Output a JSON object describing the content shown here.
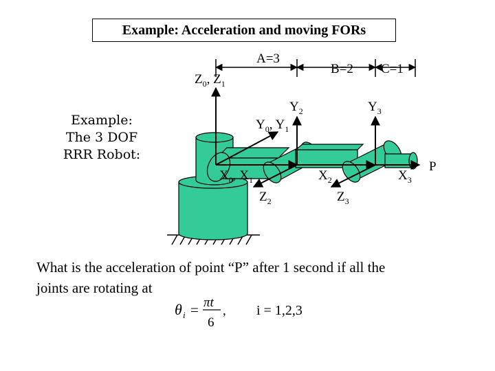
{
  "title": "Example: Acceleration and moving FORs",
  "side_label": [
    "Example:",
    "The 3 DOF",
    "RRR Robot:"
  ],
  "dimensions": {
    "a": "A=3",
    "b": "B=2",
    "c": "C=1"
  },
  "axes": {
    "z0z1": {
      "main": "Z",
      "sub1": "0",
      "sep": ", Z",
      "sub2": "1"
    },
    "y0y1": {
      "main": "Y",
      "sub1": "0",
      "sep": ", Y",
      "sub2": "1"
    },
    "x0x1": {
      "main": "X",
      "sub1": "0",
      "sep": ", X",
      "sub2": "1"
    },
    "y2": {
      "main": "Y",
      "sub": "2"
    },
    "x2": {
      "main": "X",
      "sub": "2"
    },
    "z2": {
      "main": "Z",
      "sub": "2"
    },
    "y3": {
      "main": "Y",
      "sub": "3"
    },
    "x3": {
      "main": "X",
      "sub": "3"
    },
    "z3": {
      "main": "Z",
      "sub": "3"
    }
  },
  "point_label": "P",
  "question": [
    "What is the acceleration of point “P” after 1 second if all the",
    "joints are rotating at"
  ],
  "formula": {
    "theta": "θ",
    "theta_sub": "i",
    "eq": "=",
    "numerator": "πt",
    "denominator": "6",
    "comma": ",",
    "condition": "i = 1,2,3"
  },
  "colors": {
    "robot": "#33cc99",
    "robot_stroke": "#000000",
    "line": "#000000",
    "background": "#ffffff"
  }
}
